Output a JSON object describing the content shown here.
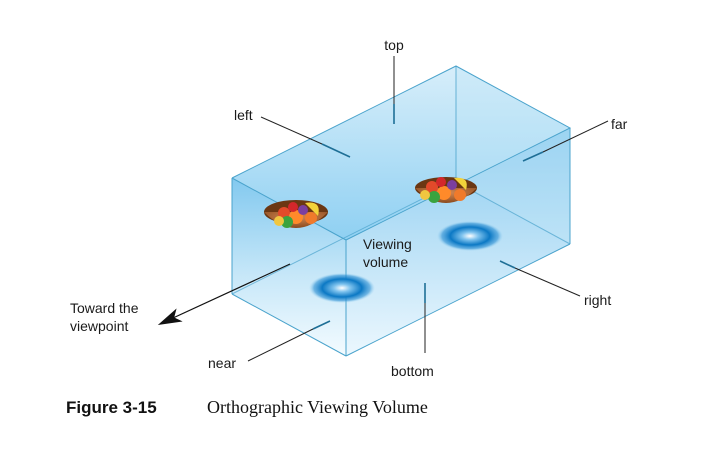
{
  "labels": {
    "top": "top",
    "left": "left",
    "far": "far",
    "viewing": "Viewing",
    "volume": "volume",
    "toward_line1": "Toward the",
    "toward_line2": "viewpoint",
    "right": "right",
    "near": "near",
    "bottom": "bottom"
  },
  "caption": {
    "number": "Figure 3-15",
    "title": "Orthographic Viewing Volume"
  },
  "colors": {
    "volume_light": "#f4fbff",
    "volume_mid": "#cfeaf8",
    "volume_dark": "#8fcdef",
    "edge": "#4aa3cc",
    "shadow": "#0a77c2"
  }
}
